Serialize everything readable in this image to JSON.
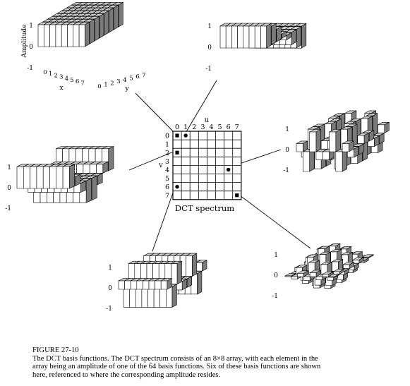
{
  "grid": {
    "u_label": "u",
    "v_label": "v",
    "u_ticks": [
      "0",
      "1",
      "2",
      "3",
      "4",
      "5",
      "6",
      "7"
    ],
    "v_ticks": [
      "0",
      "1",
      "2",
      "3",
      "4",
      "5",
      "6",
      "7"
    ],
    "title": "DCT spectrum",
    "markers": [
      {
        "u": 0,
        "v": 0,
        "shape": "square"
      },
      {
        "u": 1,
        "v": 0,
        "shape": "dot"
      },
      {
        "u": 0,
        "v": 2,
        "shape": "square"
      },
      {
        "u": 6,
        "v": 4,
        "shape": "dot"
      },
      {
        "u": 0,
        "v": 6,
        "shape": "dot"
      },
      {
        "u": 7,
        "v": 7,
        "shape": "square"
      }
    ]
  },
  "panels": [
    {
      "id": "u0v0",
      "ticks": [
        "1",
        "0",
        "-1"
      ],
      "ylabel": "Amplitude",
      "x_label": "x",
      "y_label": "y",
      "x_ticks": [
        "0",
        "1",
        "2",
        "3",
        "4",
        "5",
        "6",
        "7"
      ],
      "y_ticks": [
        "0",
        "1",
        "2",
        "3",
        "4",
        "5",
        "6",
        "7"
      ]
    },
    {
      "id": "u1v0",
      "ticks": [
        "1",
        "0",
        "-1"
      ]
    },
    {
      "id": "u0v2",
      "ticks": [
        "1",
        "0",
        "-1"
      ]
    },
    {
      "id": "u6v4",
      "ticks": [
        "1",
        "0",
        "-1"
      ]
    },
    {
      "id": "u0v6",
      "ticks": [
        "1",
        "0",
        "-1"
      ]
    },
    {
      "id": "u7v7",
      "ticks": [
        "1",
        "0",
        "-1"
      ]
    }
  ],
  "caption": {
    "heading": "FIGURE 27-10",
    "lines": [
      "The DCT basis functions.  The DCT spectrum consists of an 8×8 array, with each element in the",
      "array being an amplitude of one of the 64 basis functions.  Six of these basis functions are shown",
      "here, referenced to where the corresponding amplitude resides."
    ]
  }
}
